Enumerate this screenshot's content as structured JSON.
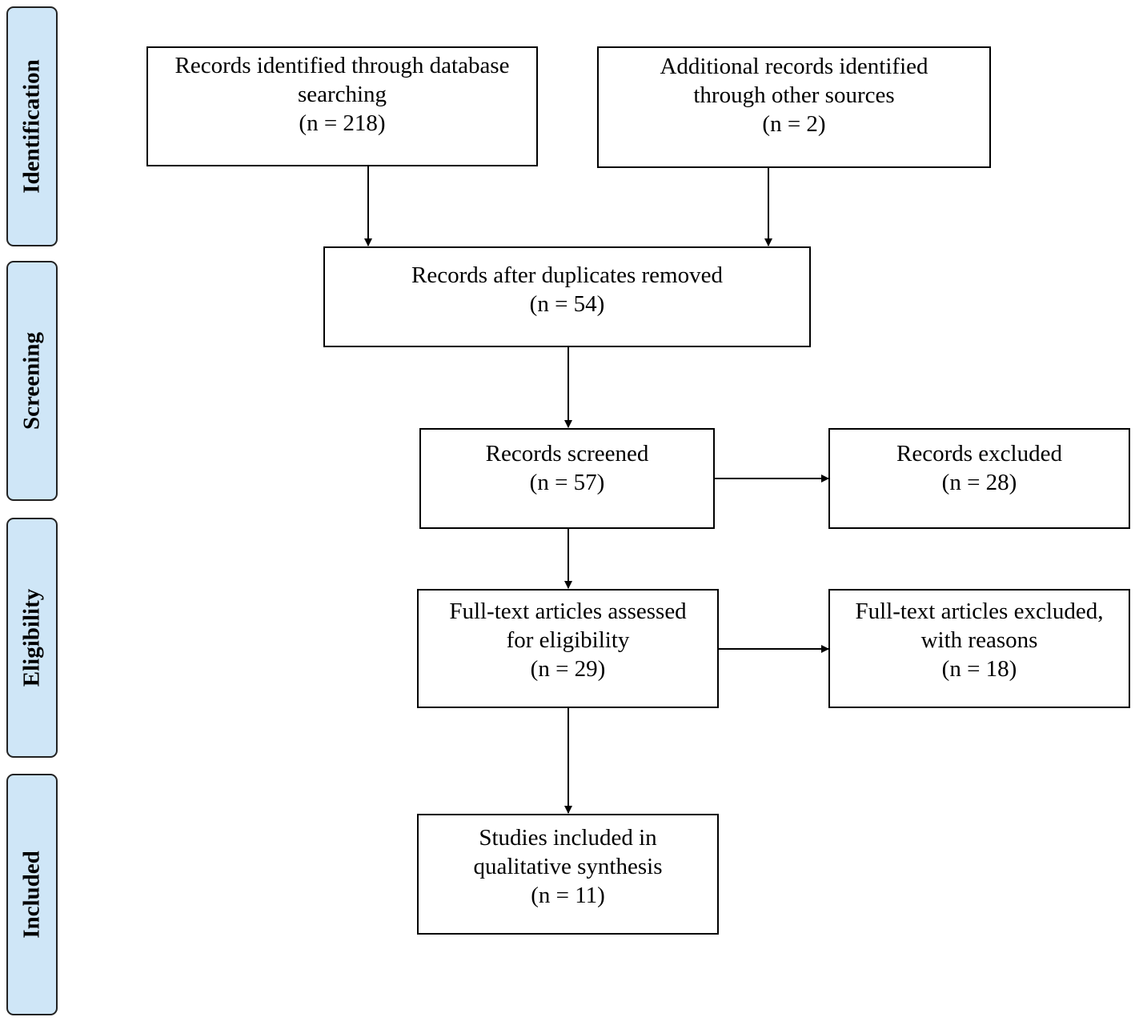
{
  "phases": {
    "identification": "Identification",
    "screening": "Screening",
    "eligibility": "Eligibility",
    "included": "Included"
  },
  "boxes": {
    "database": {
      "line1": "Records identified through database",
      "line2": "searching",
      "count": "(n = 218)"
    },
    "other_sources": {
      "line1": "Additional records identified",
      "line2": "through other sources",
      "count": "(n = 2)"
    },
    "duplicates_removed": {
      "line1": "Records after duplicates removed",
      "count": "(n = 54)"
    },
    "screened": {
      "line1": "Records screened",
      "count": "(n = 57)"
    },
    "excluded": {
      "line1": "Records excluded",
      "count": "(n = 28)"
    },
    "fulltext_assessed": {
      "line1": "Full-text articles assessed",
      "line2": "for eligibility",
      "count": "(n = 29)"
    },
    "fulltext_excluded": {
      "line1": "Full-text articles excluded,",
      "line2": "with reasons",
      "count": "(n = 18)"
    },
    "included": {
      "line1": "Studies included in",
      "line2": "qualitative synthesis",
      "count": "(n = 11)"
    }
  }
}
